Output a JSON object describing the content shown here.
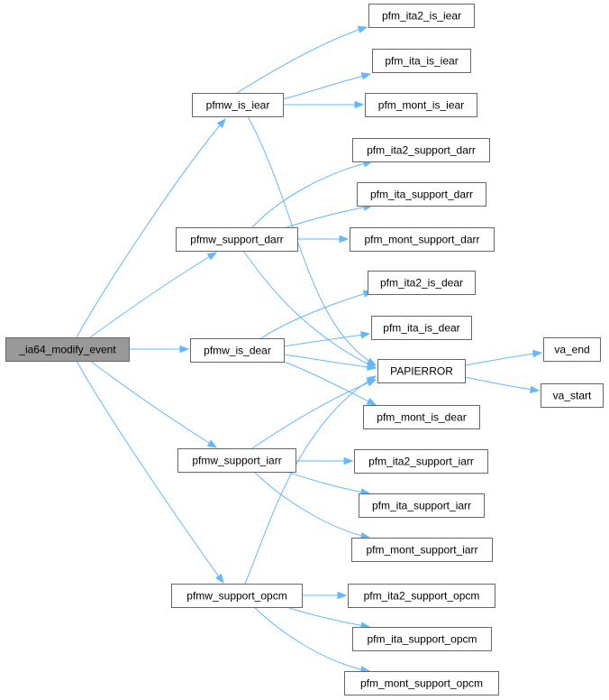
{
  "graph": {
    "kind": "call-graph",
    "colors": {
      "edge": "#63b8ff",
      "root_fill": "#999999",
      "node_fill": "#ffffff",
      "node_border": "#666666"
    },
    "nodes": [
      {
        "id": "root",
        "label": "_ia64_modify_event",
        "root": true
      },
      {
        "id": "is_iear",
        "label": "pfmw_is_iear"
      },
      {
        "id": "support_darr",
        "label": "pfmw_support_darr"
      },
      {
        "id": "is_dear",
        "label": "pfmw_is_dear"
      },
      {
        "id": "support_iarr",
        "label": "pfmw_support_iarr"
      },
      {
        "id": "support_opcm",
        "label": "pfmw_support_opcm"
      },
      {
        "id": "ita2_is_iear",
        "label": "pfm_ita2_is_iear"
      },
      {
        "id": "ita_is_iear",
        "label": "pfm_ita_is_iear"
      },
      {
        "id": "mont_is_iear",
        "label": "pfm_mont_is_iear"
      },
      {
        "id": "ita2_support_darr",
        "label": "pfm_ita2_support_darr"
      },
      {
        "id": "ita_support_darr",
        "label": "pfm_ita_support_darr"
      },
      {
        "id": "mont_support_darr",
        "label": "pfm_mont_support_darr"
      },
      {
        "id": "ita2_is_dear",
        "label": "pfm_ita2_is_dear"
      },
      {
        "id": "ita_is_dear",
        "label": "pfm_ita_is_dear"
      },
      {
        "id": "papierror",
        "label": "PAPIERROR"
      },
      {
        "id": "mont_is_dear",
        "label": "pfm_mont_is_dear"
      },
      {
        "id": "ita2_support_iarr",
        "label": "pfm_ita2_support_iarr"
      },
      {
        "id": "ita_support_iarr",
        "label": "pfm_ita_support_iarr"
      },
      {
        "id": "mont_support_iarr",
        "label": "pfm_mont_support_iarr"
      },
      {
        "id": "ita2_support_opcm",
        "label": "pfm_ita2_support_opcm"
      },
      {
        "id": "ita_support_opcm",
        "label": "pfm_ita_support_opcm"
      },
      {
        "id": "mont_support_opcm",
        "label": "pfm_mont_support_opcm"
      },
      {
        "id": "va_end",
        "label": "va_end"
      },
      {
        "id": "va_start",
        "label": "va_start"
      }
    ],
    "edges": [
      [
        "root",
        "is_iear"
      ],
      [
        "root",
        "support_darr"
      ],
      [
        "root",
        "is_dear"
      ],
      [
        "root",
        "support_iarr"
      ],
      [
        "root",
        "support_opcm"
      ],
      [
        "is_iear",
        "ita2_is_iear"
      ],
      [
        "is_iear",
        "ita_is_iear"
      ],
      [
        "is_iear",
        "mont_is_iear"
      ],
      [
        "is_iear",
        "papierror"
      ],
      [
        "support_darr",
        "ita2_support_darr"
      ],
      [
        "support_darr",
        "ita_support_darr"
      ],
      [
        "support_darr",
        "mont_support_darr"
      ],
      [
        "support_darr",
        "papierror"
      ],
      [
        "is_dear",
        "ita2_is_dear"
      ],
      [
        "is_dear",
        "ita_is_dear"
      ],
      [
        "is_dear",
        "papierror"
      ],
      [
        "is_dear",
        "mont_is_dear"
      ],
      [
        "support_iarr",
        "papierror"
      ],
      [
        "support_iarr",
        "ita2_support_iarr"
      ],
      [
        "support_iarr",
        "ita_support_iarr"
      ],
      [
        "support_iarr",
        "mont_support_iarr"
      ],
      [
        "support_opcm",
        "papierror"
      ],
      [
        "support_opcm",
        "ita2_support_opcm"
      ],
      [
        "support_opcm",
        "ita_support_opcm"
      ],
      [
        "support_opcm",
        "mont_support_opcm"
      ],
      [
        "papierror",
        "va_end"
      ],
      [
        "papierror",
        "va_start"
      ]
    ]
  }
}
